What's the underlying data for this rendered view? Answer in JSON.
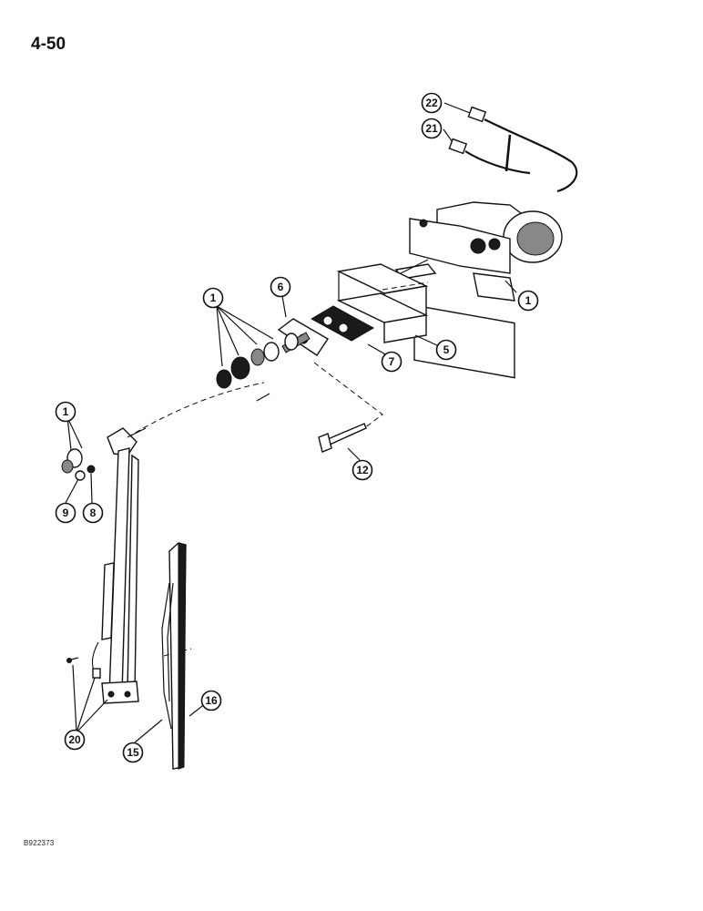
{
  "page_number": "4-50",
  "figure_code": "B922373",
  "callouts": {
    "c22": "22",
    "c21": "21",
    "c1_motor": "1",
    "c6": "6",
    "c1_hardware": "1",
    "c7": "7",
    "c5": "5",
    "c1_arm": "1",
    "c12": "12",
    "c9": "9",
    "c8": "8",
    "c16": "16",
    "c15": "15",
    "c20": "20"
  }
}
